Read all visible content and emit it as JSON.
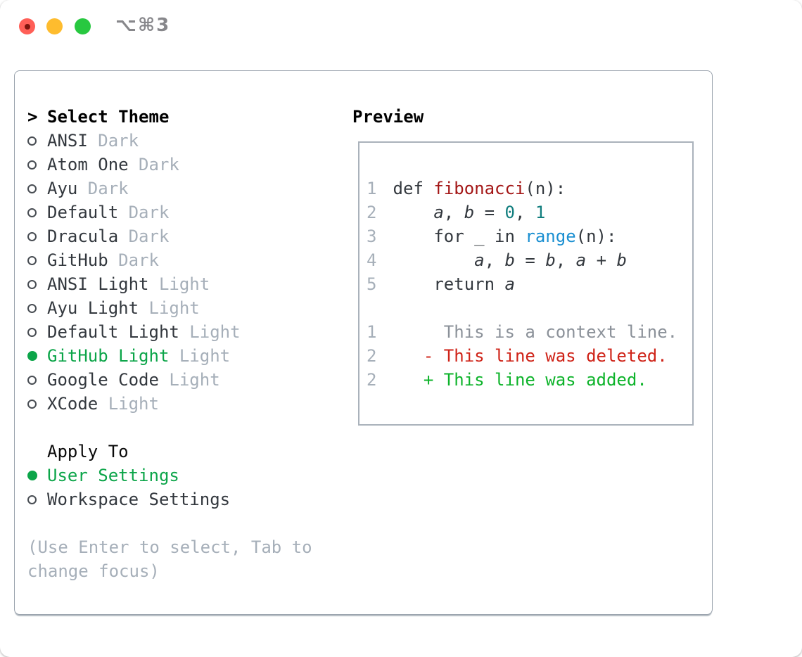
{
  "window": {
    "shortcut_label": "⌥⌘3"
  },
  "theme_list": {
    "prompt": ">",
    "title": "Select Theme",
    "items": [
      {
        "name": "ANSI",
        "variant": "Dark",
        "selected": false
      },
      {
        "name": "Atom One",
        "variant": "Dark",
        "selected": false
      },
      {
        "name": "Ayu",
        "variant": "Dark",
        "selected": false
      },
      {
        "name": "Default",
        "variant": "Dark",
        "selected": false
      },
      {
        "name": "Dracula",
        "variant": "Dark",
        "selected": false
      },
      {
        "name": "GitHub",
        "variant": "Dark",
        "selected": false
      },
      {
        "name": "ANSI Light",
        "variant": "Light",
        "selected": false
      },
      {
        "name": "Ayu Light",
        "variant": "Light",
        "selected": false
      },
      {
        "name": "Default Light",
        "variant": "Light",
        "selected": false
      },
      {
        "name": "GitHub Light",
        "variant": "Light",
        "selected": true
      },
      {
        "name": "Google Code",
        "variant": "Light",
        "selected": false
      },
      {
        "name": "XCode",
        "variant": "Light",
        "selected": false
      }
    ]
  },
  "apply_to": {
    "title": "Apply To",
    "options": [
      {
        "label": "User Settings",
        "selected": true
      },
      {
        "label": "Workspace Settings",
        "selected": false
      }
    ]
  },
  "help": [
    "(Use Enter to select, Tab to",
    "change focus)"
  ],
  "preview": {
    "title": "Preview",
    "lines": [
      {
        "num": "1",
        "tokens": [
          {
            "text": "def ",
            "type": "keyword"
          },
          {
            "text": "fibonacci",
            "type": "function"
          },
          {
            "text": "(n):",
            "type": "plain"
          }
        ]
      },
      {
        "num": "2",
        "tokens": [
          {
            "text": "    ",
            "type": "plain"
          },
          {
            "text": "a",
            "type": "variable"
          },
          {
            "text": ", ",
            "type": "plain"
          },
          {
            "text": "b",
            "type": "variable"
          },
          {
            "text": " = ",
            "type": "plain"
          },
          {
            "text": "0",
            "type": "number"
          },
          {
            "text": ", ",
            "type": "plain"
          },
          {
            "text": "1",
            "type": "number"
          }
        ]
      },
      {
        "num": "3",
        "tokens": [
          {
            "text": "    for _ in ",
            "type": "plain"
          },
          {
            "text": "range",
            "type": "builtin"
          },
          {
            "text": "(n):",
            "type": "plain"
          }
        ]
      },
      {
        "num": "4",
        "tokens": [
          {
            "text": "        ",
            "type": "plain"
          },
          {
            "text": "a",
            "type": "variable"
          },
          {
            "text": ", ",
            "type": "plain"
          },
          {
            "text": "b",
            "type": "variable"
          },
          {
            "text": " = ",
            "type": "plain"
          },
          {
            "text": "b",
            "type": "variable"
          },
          {
            "text": ", ",
            "type": "plain"
          },
          {
            "text": "a",
            "type": "variable"
          },
          {
            "text": " + ",
            "type": "plain"
          },
          {
            "text": "b",
            "type": "variable"
          }
        ]
      },
      {
        "num": "5",
        "tokens": [
          {
            "text": "    return ",
            "type": "plain"
          },
          {
            "text": "a",
            "type": "variable"
          }
        ]
      },
      {
        "num": "",
        "tokens": []
      },
      {
        "num": "1",
        "tokens": [
          {
            "text": "     This is a context line.",
            "type": "diff-context"
          }
        ]
      },
      {
        "num": "2",
        "tokens": [
          {
            "text": "   - This line was deleted.",
            "type": "diff-deleted"
          }
        ]
      },
      {
        "num": "2",
        "tokens": [
          {
            "text": "   + This line was added.",
            "type": "diff-added"
          }
        ]
      }
    ]
  },
  "colors": {
    "accent_green": "#0ca549",
    "muted_gray": "#a6afb9",
    "text_dark": "#33383e",
    "syntax_function_red": "#a31616",
    "syntax_number_teal": "#117e7e",
    "syntax_builtin_blue": "#1a8fd1",
    "diff_deleted_red": "#cf2318",
    "diff_added_green": "#0db32a",
    "diff_context_gray": "#8b9199",
    "traffic_close": "#ff5f57",
    "traffic_minimize": "#febc2e",
    "traffic_zoom": "#28c840"
  }
}
